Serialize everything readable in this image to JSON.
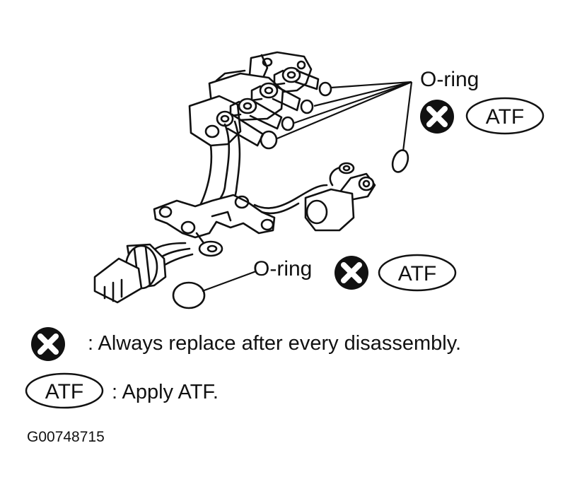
{
  "callouts": {
    "top": {
      "part": "O-ring",
      "badge": "ATF"
    },
    "bottom": {
      "part": "O-ring",
      "badge": "ATF"
    }
  },
  "legend": {
    "replace_text": ": Always replace after every disassembly.",
    "atf_badge": "ATF",
    "atf_text": ": Apply ATF."
  },
  "figure_id": "G00748715",
  "colors": {
    "ink": "#111111",
    "paper": "#ffffff"
  }
}
